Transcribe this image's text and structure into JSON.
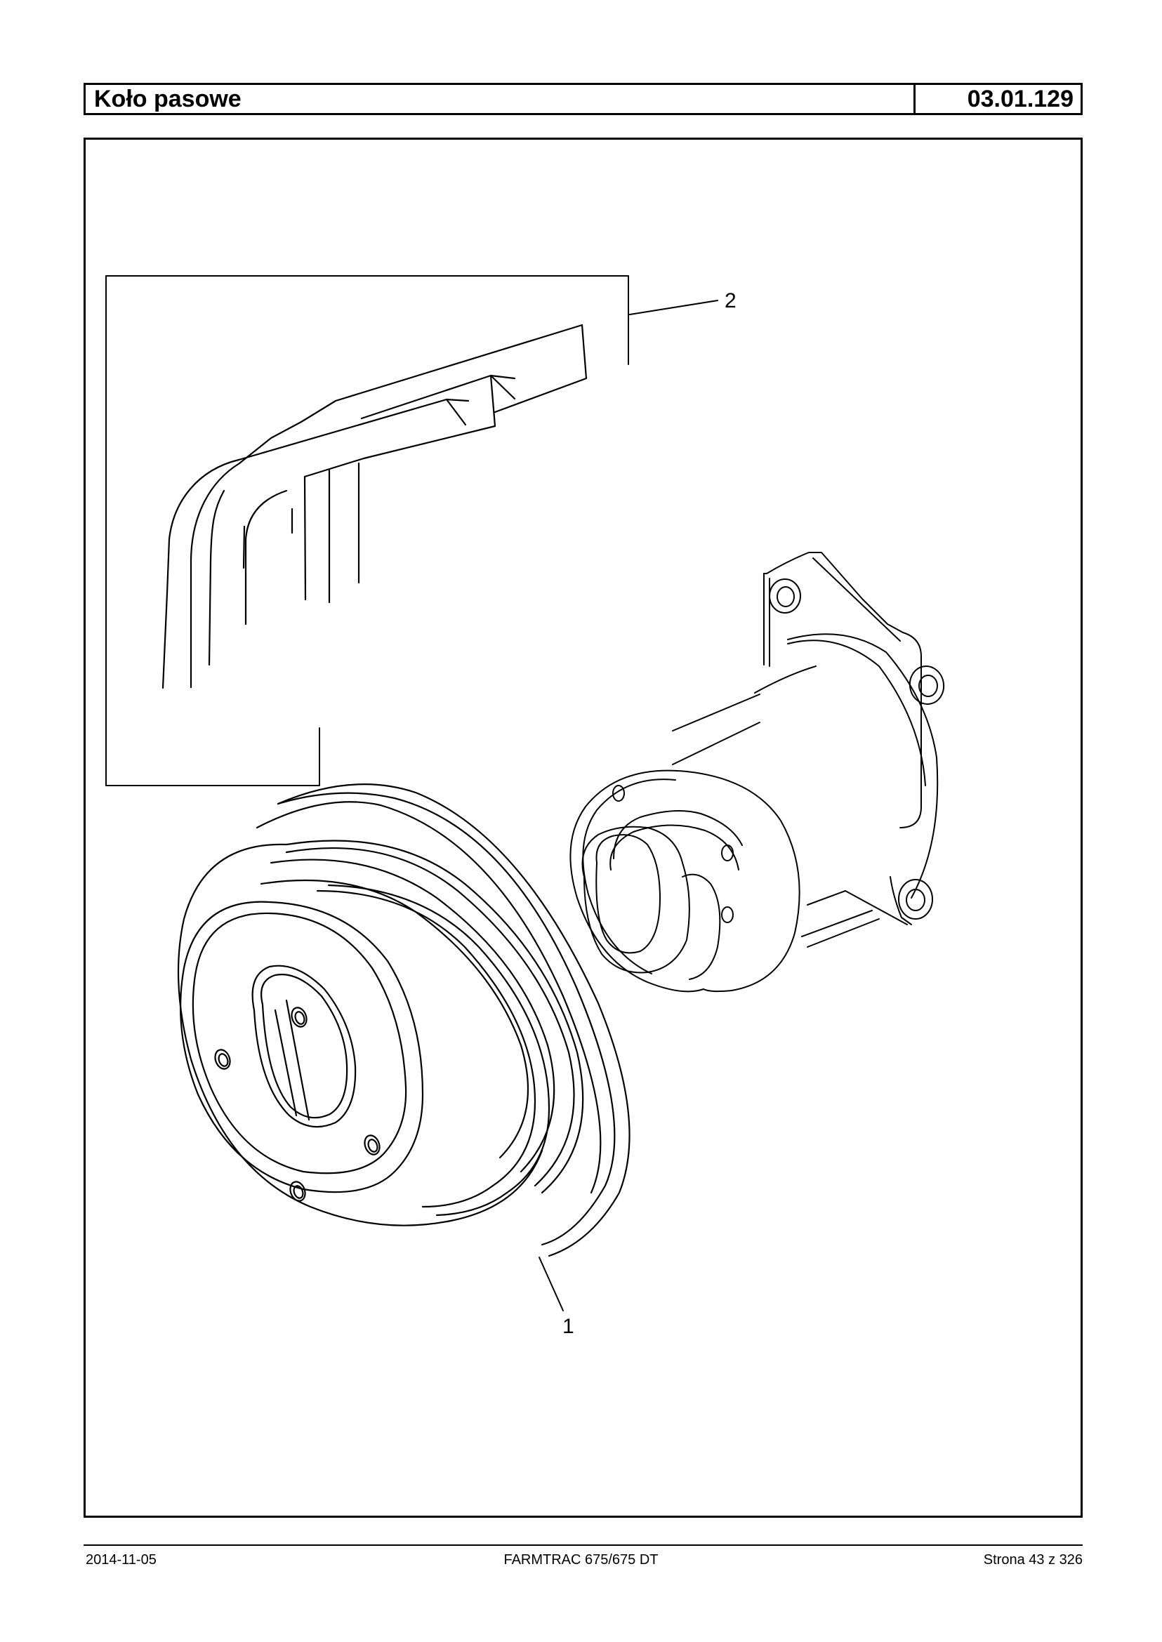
{
  "header": {
    "title": "Koło pasowe",
    "code": "03.01.129"
  },
  "drawing": {
    "callouts": [
      "2",
      "1"
    ],
    "parts": [
      "v-belt",
      "belt-pulley",
      "water-pump-housing"
    ]
  },
  "footer": {
    "date": "2014-11-05",
    "model": "FARMTRAC 675/675 DT",
    "page": "Strona 43 z 326"
  }
}
